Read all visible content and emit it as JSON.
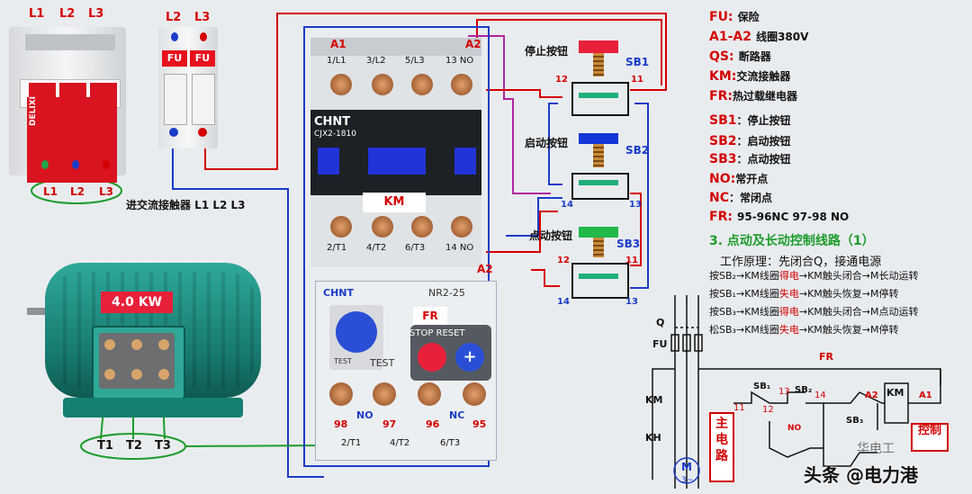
{
  "breaker": {
    "top_labels": [
      "L1",
      "L2",
      "L3"
    ],
    "bottom_labels": [
      "L1",
      "L2",
      "L3"
    ],
    "brand": "DELIXI",
    "caption": "进交流接触器 L1 L2 L3"
  },
  "fuse": {
    "top_labels": [
      "L2",
      "L3"
    ],
    "labels": [
      "FU",
      "FU"
    ]
  },
  "contactor": {
    "coil_terms": [
      "A1",
      "A2"
    ],
    "top_terms": [
      "1/L1",
      "3/L2",
      "5/L3",
      "13 NO"
    ],
    "bottom_terms": [
      "2/T1",
      "4/T2",
      "6/T3",
      "14 NO"
    ],
    "brand": "CHNT",
    "model": "CJX2-1810",
    "name": "KM",
    "a2_tag": "A2"
  },
  "overload": {
    "brand": "CHNT",
    "model": "NR2-25",
    "fr_label": "FR",
    "stop_reset": "STOP RESET",
    "test": "TEST",
    "terms_top": [
      "NO",
      "NC"
    ],
    "term_nums": [
      "98",
      "97",
      "96",
      "95"
    ],
    "bottom_terms": [
      "2/T1",
      "4/T2",
      "6/T3"
    ]
  },
  "motor": {
    "power": "4.0 KW",
    "terms": [
      "T1",
      "T2",
      "T3"
    ]
  },
  "buttons": {
    "stop": {
      "label": "停止按钮",
      "name": "SB1",
      "left": "12",
      "right": "11"
    },
    "start": {
      "label": "启动按钮",
      "name": "SB2",
      "left": "14",
      "right": "13"
    },
    "jog": {
      "label": "点动按钮",
      "name": "SB3",
      "top_left": "12",
      "top_right": "11",
      "bottom_left": "14",
      "bottom_right": "13"
    }
  },
  "legend": [
    {
      "key": "FU:",
      "val": "保险"
    },
    {
      "key": "A1-A2",
      "val": "线圈380V"
    },
    {
      "key": "QS:",
      "val": "断路器"
    },
    {
      "key": "KM:",
      "val": "交流接触器"
    },
    {
      "key": "FR:",
      "val": "热过载继电器"
    },
    {
      "key": "SB1",
      "val": "：停止按钮"
    },
    {
      "key": "SB2",
      "val": "：启动按钮"
    },
    {
      "key": "SB3",
      "val": "：点动按钮"
    },
    {
      "key": "NO:",
      "val": "常开点"
    },
    {
      "key": "NC",
      "val": "：常闭点"
    },
    {
      "key": "FR:",
      "val": "95-96NC  97-98 NO"
    }
  ],
  "principle": {
    "title": "3. 点动及长动控制线路（1）",
    "intro": "工作原理：先闭合Q，接通电源",
    "lines": [
      {
        "a": "按SB₂→KM线圈",
        "b": "得电",
        "c": "→KM触头闭合→M长动运转"
      },
      {
        "a": "按SB₁→KM线圈",
        "b": "失电",
        "c": "→KM触头恢复→M停转"
      },
      {
        "a": "按SB₃→KM线圈",
        "b": "得电",
        "c": "→KM触头闭合→M点动运转"
      },
      {
        "a": "松SB₃→KM线圈",
        "b": "失电",
        "c": "→KM触头恢复→M停转"
      }
    ]
  },
  "schematic": {
    "q": "Q",
    "fu": "FU",
    "fr": "FR",
    "km": "KM",
    "kh": "KH",
    "sb1": "SB₁",
    "sb2": "SB₂",
    "sb3": "SB₃",
    "n13": "13",
    "n14": "14",
    "n11": "11",
    "n12": "12",
    "a1": "A1",
    "a2": "A2",
    "no": "NO",
    "main_circuit": "主电路",
    "control": "控制",
    "motor": "M",
    "motor_sub": "3~"
  },
  "watermark": "头条 @电力港",
  "watermark2": "华电工"
}
